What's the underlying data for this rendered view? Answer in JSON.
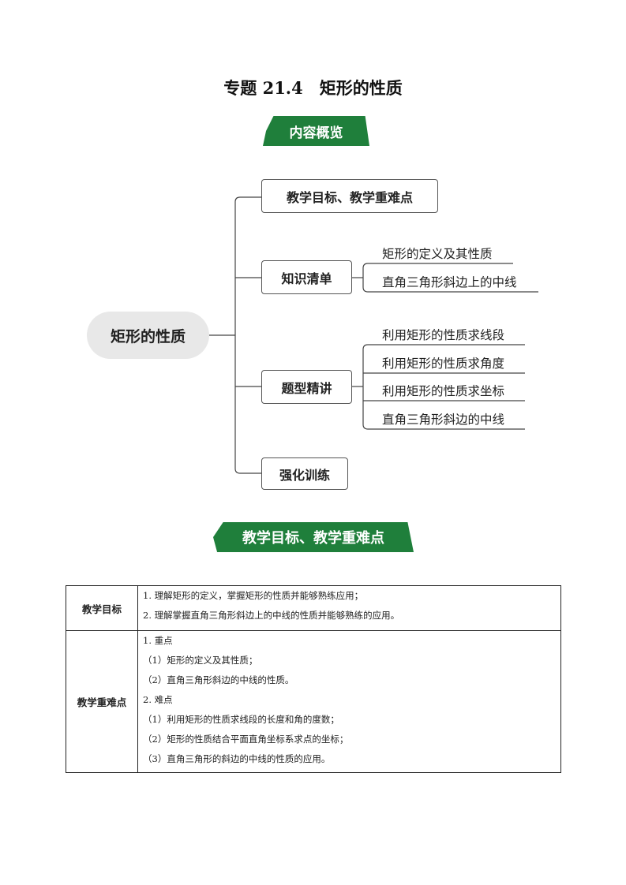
{
  "title": "专题 21.4　矩形的性质",
  "banners": {
    "overview": "内容概览",
    "goals": "教学目标、教学重难点"
  },
  "mindmap": {
    "root": "矩形的性质",
    "branches": [
      {
        "label": "教学目标、教学重难点",
        "children": []
      },
      {
        "label": "知识清单",
        "children": [
          "矩形的定义及其性质",
          "直角三角形斜边上的中线"
        ]
      },
      {
        "label": "题型精讲",
        "children": [
          "利用矩形的性质求线段",
          "利用矩形的性质求角度",
          "利用矩形的性质求坐标",
          "直角三角形斜边的中线"
        ]
      },
      {
        "label": "强化训练",
        "children": []
      }
    ]
  },
  "table": {
    "rows": [
      {
        "header": "教学目标",
        "lines": [
          "1. 理解矩形的定义，掌握矩形的性质并能够熟练应用；",
          "2. 理解掌握直角三角形斜边上的中线的性质并能够熟练的应用。"
        ]
      },
      {
        "header": "教学重难点",
        "lines": [
          "1. 重点",
          "（1）矩形的定义及其性质；",
          "（2）直角三角形斜边的中线的性质。",
          "2. 难点",
          "（1）利用矩形的性质求线段的长度和角的度数；",
          "（2）矩形的性质结合平面直角坐标系求点的坐标；",
          "（3）直角三角形的斜边的中线的性质的应用。"
        ]
      }
    ]
  }
}
